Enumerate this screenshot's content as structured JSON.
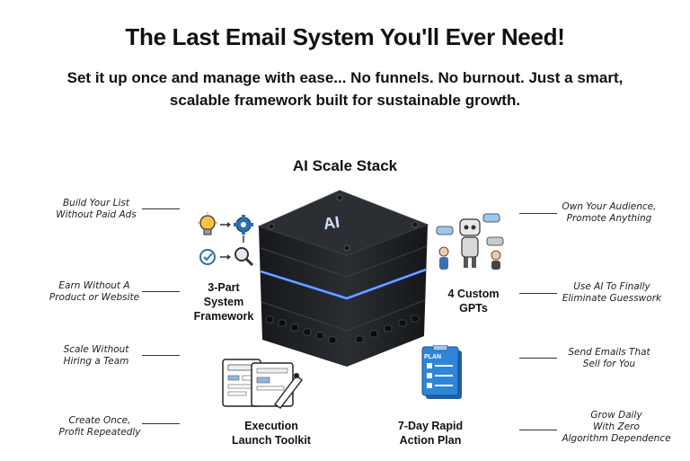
{
  "header": {
    "title": "The Last Email System You'll Ever Need!",
    "subtitle": "Set it up once and manage with ease... No funnels. No burnout. Just a smart, scalable framework built for sustainable growth."
  },
  "stack": {
    "title": "AI Scale Stack",
    "cube_label": "AI"
  },
  "left_notes": [
    {
      "line1": "Build Your List",
      "line2": "Without Paid Ads"
    },
    {
      "line1": "Earn Without A",
      "line2": "Product or Website"
    },
    {
      "line1": "Scale Without",
      "line2": "Hiring a Team"
    },
    {
      "line1": "Create Once,",
      "line2": "Profit Repeatedly"
    }
  ],
  "right_notes": [
    {
      "line1": "Own Your Audience,",
      "line2": "Promote Anything"
    },
    {
      "line1": "Use AI To Finally",
      "line2": "Eliminate Guesswork"
    },
    {
      "line1": "Send Emails That",
      "line2": "Sell for You"
    },
    {
      "line1": "Grow Daily",
      "line2": "With Zero",
      "line3": "Algorithm Dependence"
    }
  ],
  "components": {
    "framework": {
      "line1": "3-Part",
      "line2": "System",
      "line3": "Framework"
    },
    "gpts": {
      "line1": "4 Custom",
      "line2": "GPTs"
    },
    "toolkit": {
      "line1": "Execution",
      "line2": "Launch Toolkit"
    },
    "plan": {
      "line1": "7-Day Rapid",
      "line2": "Action Plan",
      "card_label": "PLAN"
    }
  },
  "colors": {
    "cube_dark": "#1f2124",
    "cube_top": "#2b2e33",
    "glow": "#3d7bff",
    "plan_blue": "#2f86d6"
  },
  "icons": [
    "lightbulb-icon",
    "gear-icon",
    "checklist-icon",
    "magnifier-icon",
    "robot-icon",
    "chat-icon"
  ]
}
